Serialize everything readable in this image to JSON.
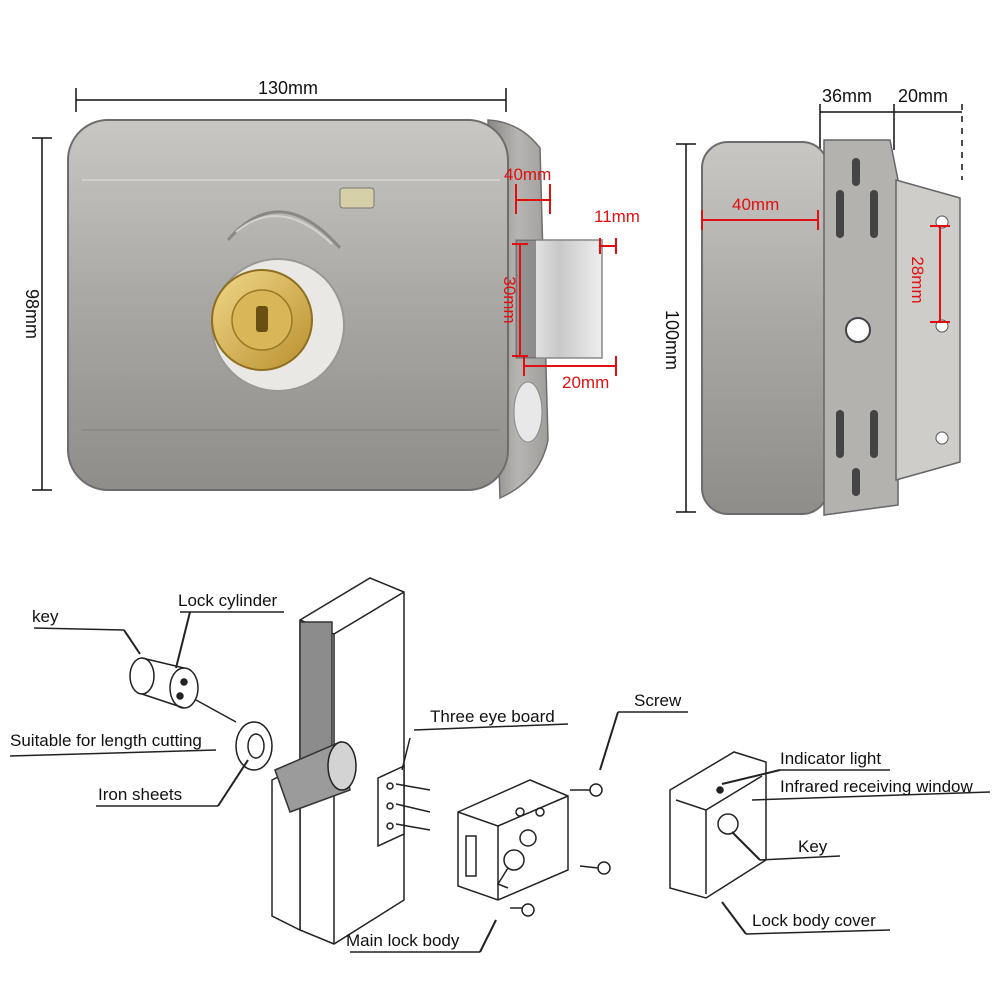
{
  "dimensions": {
    "front_width": "130mm",
    "front_height": "98mm",
    "bolt_offset_top": "40mm",
    "bolt_thickness": "11mm",
    "bolt_height": "30mm",
    "bolt_throw": "20mm",
    "side_height": "100mm",
    "side_depth": "36mm",
    "bracket_width": "20mm",
    "side_inner": "40mm",
    "hole_spacing": "28mm"
  },
  "parts": {
    "key": "key",
    "lock_cylinder": "Lock cylinder",
    "length_cutting": "Suitable for length cutting",
    "iron_sheets": "Iron sheets",
    "three_eye_board": "Three eye board",
    "screw": "Screw",
    "indicator_light": "Indicator light",
    "infrared_window": "Infrared receiving window",
    "key_cover": "Key",
    "lock_body_cover": "Lock body cover",
    "main_lock_body": "Main lock body"
  },
  "colors": {
    "dimension_red": "#e01010",
    "steel": "#a9a7a4",
    "brass": "#d8b45a"
  }
}
